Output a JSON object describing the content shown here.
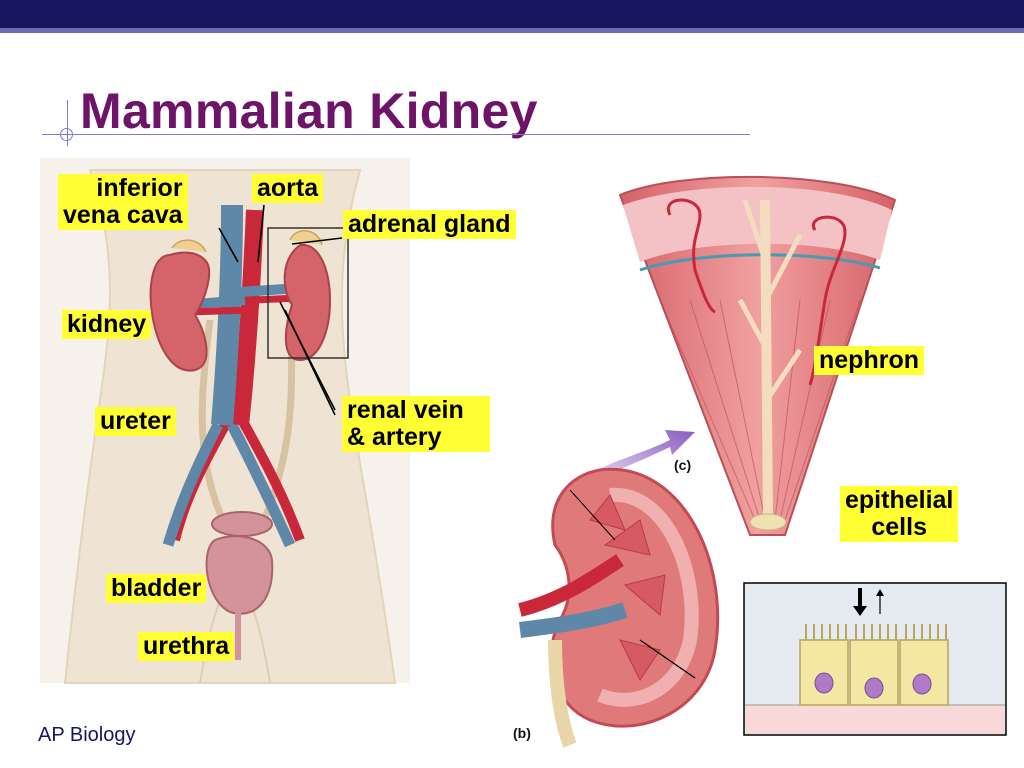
{
  "slide": {
    "title": "Mammalian Kidney",
    "footer": "AP Biology"
  },
  "labels": {
    "inferior_vena_cava_line1": "inferior",
    "inferior_vena_cava_line2": "vena cava",
    "aorta": "aorta",
    "adrenal_gland": "adrenal gland",
    "kidney": "kidney",
    "ureter": "ureter",
    "renal_vein_line1": "renal vein",
    "renal_vein_line2": "& artery",
    "bladder": "bladder",
    "urethra": "urethra",
    "nephron": "nephron",
    "epithelial_line1": "epithelial",
    "epithelial_line2": "cells"
  },
  "panel_labels": {
    "c": "(c)",
    "b": "(b)"
  },
  "colors": {
    "title": "#6e1468",
    "header_bar": "#16165e",
    "label_background": "#ffff33",
    "kidney_tissue": "#e07a7a",
    "vein": "#5f87a8",
    "artery": "#c8283a",
    "cell_yellow": "#f4e7a3",
    "nucleus": "#b07ac8"
  },
  "icons": {
    "arrow_down": "down-arrow-icon",
    "arrow_up": "up-arrow-icon"
  }
}
